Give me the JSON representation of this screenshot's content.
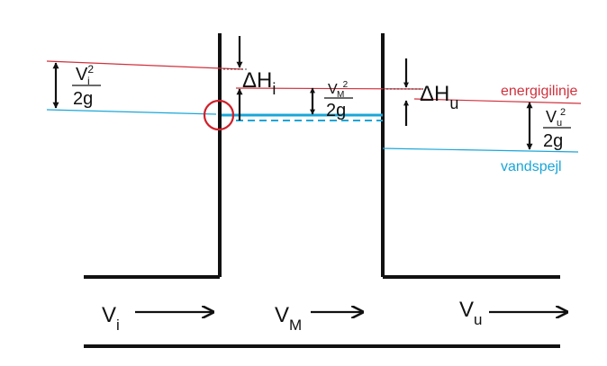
{
  "colors": {
    "energy": "#d0313d",
    "water": "#1aa6d8",
    "wall": "#111111",
    "circle": "#d0202a"
  },
  "labels": {
    "energy_line": "energigilinje",
    "water_line": "vandspejl"
  },
  "velocity_heads": {
    "inlet": {
      "num_base": "V",
      "num_sub": "i",
      "num_sup": "2",
      "den": "2g"
    },
    "middle": {
      "num_base": "V",
      "num_sub": "M",
      "num_sup": "2",
      "den": "2g"
    },
    "outlet": {
      "num_base": "V",
      "num_sub": "u",
      "num_sup": "2",
      "den": "2g"
    }
  },
  "head_losses": {
    "inlet": {
      "symbol": "ΔH",
      "sub": "i"
    },
    "outlet": {
      "symbol": "ΔH",
      "sub": "u"
    }
  },
  "velocities": {
    "inlet": {
      "base": "V",
      "sub": "i"
    },
    "middle": {
      "base": "V",
      "sub": "M"
    },
    "outlet": {
      "base": "V",
      "sub": "u"
    }
  }
}
